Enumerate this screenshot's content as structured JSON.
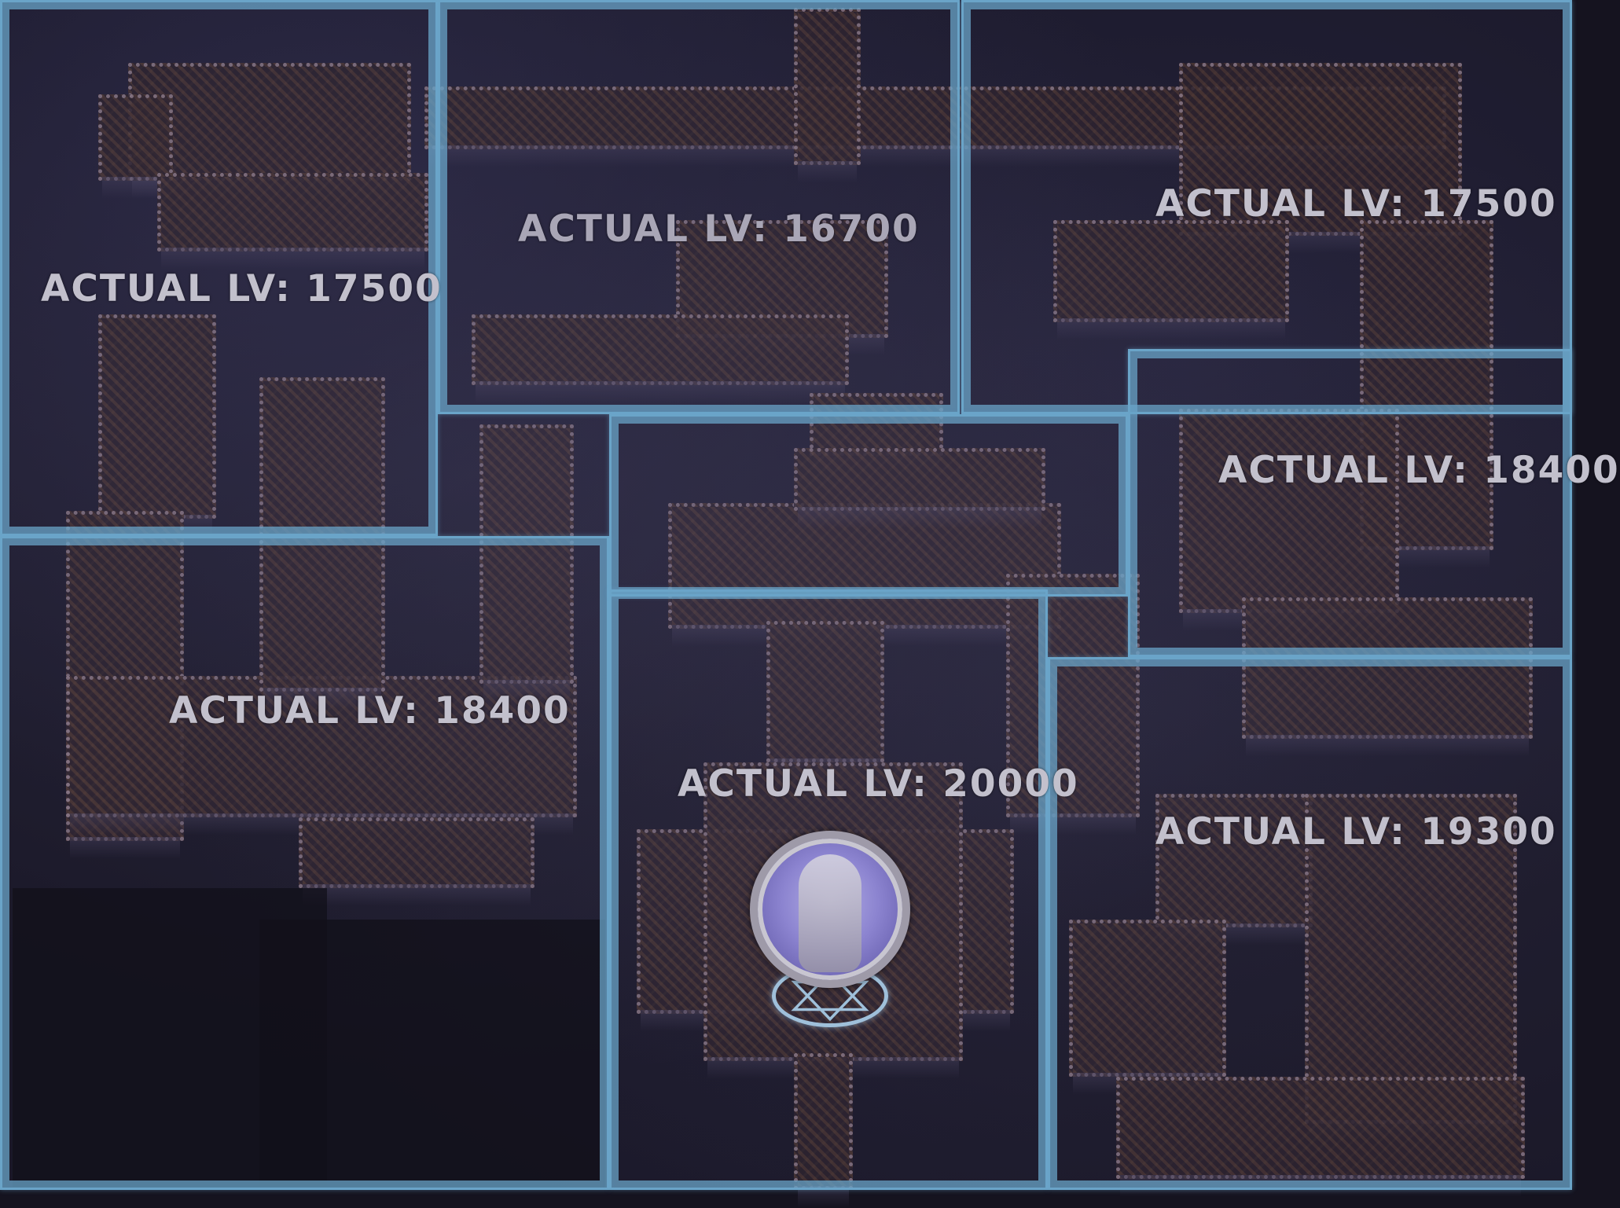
{
  "map": {
    "regions": [
      {
        "id": "top-left",
        "label": "ACTUAL LV: 17500",
        "level": 17500
      },
      {
        "id": "top-middle",
        "label": "ACTUAL LV: 16700",
        "level": 16700
      },
      {
        "id": "top-right",
        "label": "ACTUAL LV: 17500",
        "level": 17500
      },
      {
        "id": "right-middle",
        "label": "ACTUAL LV: 18400",
        "level": 18400
      },
      {
        "id": "left-bottom",
        "label": "ACTUAL LV: 18400",
        "level": 18400
      },
      {
        "id": "center-bottom",
        "label": "ACTUAL LV: 20000",
        "level": 20000
      },
      {
        "id": "bottom-right",
        "label": "ACTUAL LV: 19300",
        "level": 19300
      }
    ],
    "colors": {
      "region_border": "#6aa4c8",
      "label_text": "#c2c0cc",
      "background": "#1a1828",
      "floor": "#3a2e3a",
      "statue_glow": "#8c84d0"
    },
    "statue": {
      "icon": "goddess-statue-save-point-icon"
    }
  }
}
